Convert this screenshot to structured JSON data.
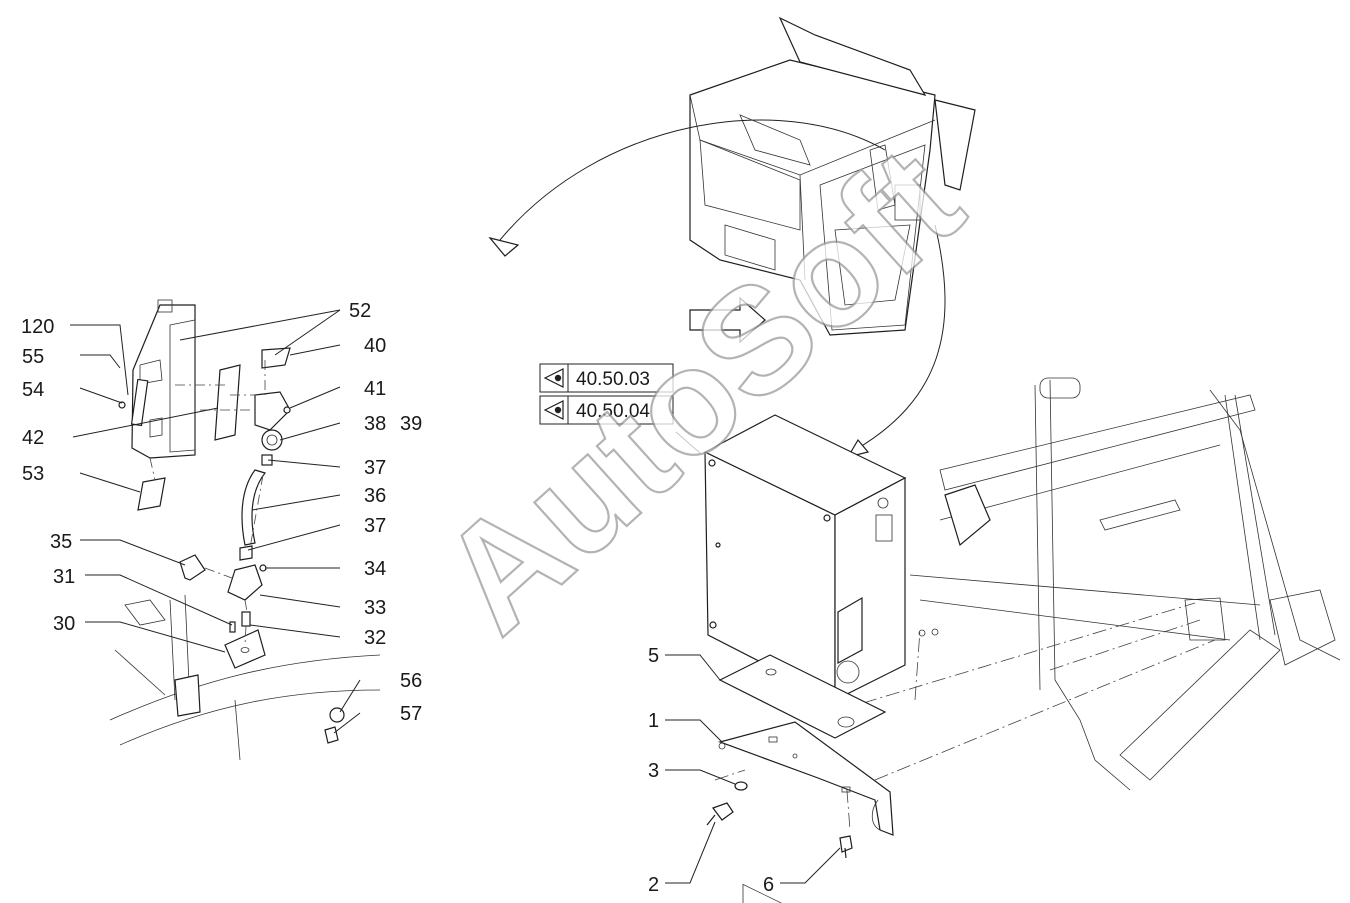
{
  "watermark": "AutoSoft",
  "reference_boxes": [
    {
      "code": "40.50.03",
      "icon": "eye-view-icon"
    },
    {
      "code": "40.50.04",
      "icon": "eye-view-icon"
    }
  ],
  "callouts": {
    "c120": "120",
    "c55": "55",
    "c54": "54",
    "c42": "42",
    "c53": "53",
    "c52": "52",
    "c40": "40",
    "c41": "41",
    "c38": "38",
    "c39": "39",
    "c37a": "37",
    "c36": "36",
    "c37b": "37",
    "c34": "34",
    "c33": "33",
    "c32": "32",
    "c35": "35",
    "c31": "31",
    "c30": "30",
    "c56": "56",
    "c57": "57",
    "c5": "5",
    "c1": "1",
    "c3": "3",
    "c2": "2",
    "c6": "6"
  }
}
